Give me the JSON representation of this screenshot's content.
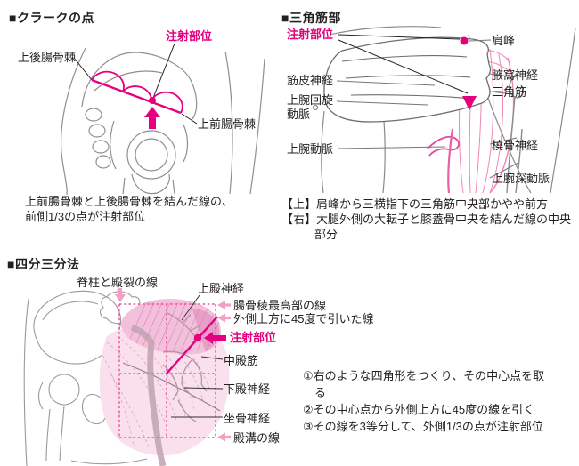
{
  "colors": {
    "accent": "#e4007f",
    "soft_arrow": "#f2a0c6",
    "dashed_grid": "#f0549e",
    "muscle_light": "#f9e0ec",
    "muscle_mid": "#f3c0db",
    "muscle_dark": "#e79ec7",
    "nerve_mauve": "#b495a3",
    "outline_gray": "#8f8f8f",
    "text": "#231f20"
  },
  "clark": {
    "heading": "■クラークの点",
    "injection_label": "注射部位",
    "psis_label": "上後腸骨棘",
    "asis_label": "上前腸骨棘",
    "caption": [
      "上前腸骨棘と上後腸骨棘を結んだ線の、",
      "前側1/3の点が注射部位"
    ]
  },
  "deltoid": {
    "heading": "■三角筋部",
    "injection_label": "注射部位",
    "left_labels": {
      "musculocutaneous_nerve": "筋皮神経",
      "circumflex_artery": "上腕回旋\n動脈",
      "brachial_artery": "上腕動脈"
    },
    "right_labels": {
      "acromion": "肩峰",
      "axillary_nerve": "腋窩神経",
      "deltoid_muscle": "三角筋",
      "radial_nerve": "橈骨神経",
      "deep_brachial_artery": "上腕深動脈"
    },
    "caption": [
      "【上】肩峰から三横指下の三角筋中央部かやや前方",
      "【右】大腿外側の大転子と膝蓋骨中央を結んだ線の中央",
      "部分"
    ]
  },
  "quadrant": {
    "heading": "■四分三分法",
    "injection_label": "注射部位",
    "labels": {
      "spine_cleft_line": "脊柱と殿裂の線",
      "superior_gluteal_nerve": "上殿神経",
      "iliac_crest_line": "腸骨稜最高部の線",
      "diagonal_45_line": "外側上方に45度で引いた線",
      "gluteus_medius": "中殿筋",
      "inferior_gluteal_nerve": "下殿神経",
      "sciatic_nerve": "坐骨神経",
      "gluteal_fold_line": "殿溝の線"
    },
    "instructions": [
      "①右のような四角形をつくり、その中心点を取る",
      "②その中心点から外側上方に45度の線を引く",
      "③その線を3等分して、外側1/3の点が注射部位"
    ]
  }
}
